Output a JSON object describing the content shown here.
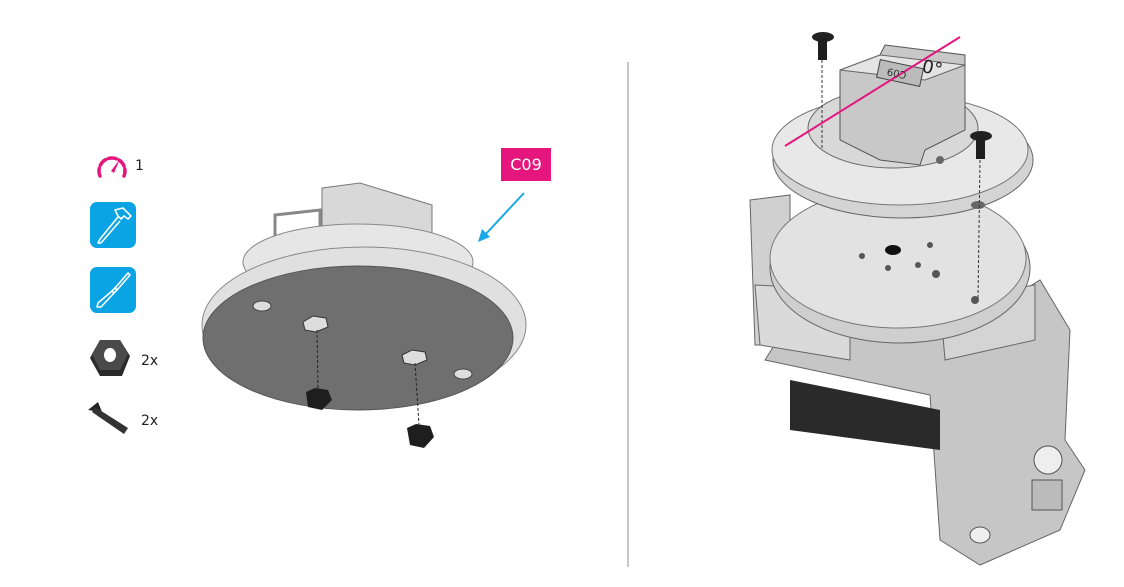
{
  "parts_panel": {
    "difficulty": {
      "icon": "speedometer-icon",
      "value": "1"
    },
    "tools": [
      {
        "icon": "hammer-icon"
      },
      {
        "icon": "screwdriver-icon"
      }
    ],
    "parts": [
      {
        "icon": "hex-nut-icon",
        "quantity": "2x"
      },
      {
        "icon": "countersunk-screw-icon",
        "quantity": "2x"
      }
    ]
  },
  "step_left": {
    "part_label": "C09"
  },
  "step_right": {
    "part_engraving": "C09",
    "angle_marking": "0°"
  },
  "colors": {
    "accent_magenta": "#e5177e",
    "tool_blue": "#0aa3e3",
    "arrow_blue": "#1aa7e6"
  }
}
